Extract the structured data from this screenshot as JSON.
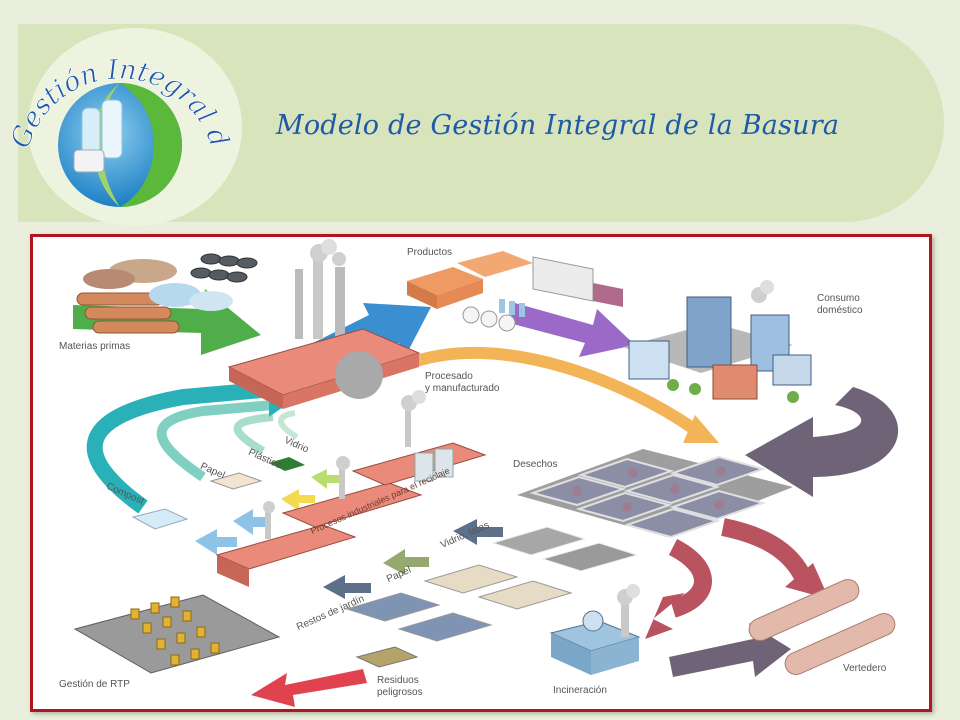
{
  "header": {
    "title": "Modelo de Gestión Integral de la Basura",
    "logo_text": "Gestión Integral de la Basura"
  },
  "diagram": {
    "labels": {
      "materias_primas": "Materias primas",
      "productos": "Productos",
      "consumo_line1": "Consumo",
      "consumo_line2": "doméstico",
      "procesado_line1": "Procesado",
      "procesado_line2": "y manufacturado",
      "desechos": "Desechos",
      "vidrio": "Vidrio",
      "plastico": "Plástico",
      "papel": "Papel",
      "compost": "Compost",
      "vidrio_latas": "Vidrio, latas",
      "papel_2": "Papel",
      "restos_jardin": "Restos de jardín",
      "residuos_line1": "Residuos",
      "residuos_line2": "peligrosos",
      "gestion_rtp": "Gestión de RTP",
      "incineracion": "Incineración",
      "vertedero": "Vertedero",
      "proceso_reciclaje": "Procesos industriales para el reciclaje"
    }
  },
  "colors": {
    "title": "#1f5aa8",
    "banner": "#d8e4bb",
    "frame_border": "#b3141d",
    "arrow_green": "#4fae4a",
    "arrow_blue": "#3a8fd1",
    "arrow_purple": "#9b6ac9",
    "arrow_orange": "#f3b457",
    "arrow_gray_purple": "#6e6377",
    "arrow_red": "#b9535f",
    "arrow_teal": "#2ab0b7",
    "arrow_gray_blue": "#5c7089"
  }
}
